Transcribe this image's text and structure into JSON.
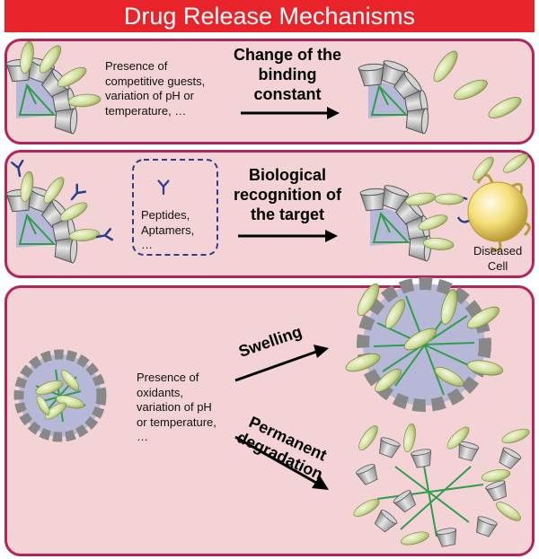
{
  "title": "Drug Release Mechanisms",
  "panels": [
    {
      "condition": "Presence of\ncompetitive guests,\nvariation of pH or\ntemperature, …",
      "mechanism": "Change of the\nbinding\nconstant"
    },
    {
      "inset_label": "Peptides,\nAptamers,\n…",
      "mechanism": "Biological\nrecognition of\nthe target",
      "cell_label": "Diseased\nCell"
    },
    {
      "condition": "Presence of\noxidants,\nvariation of pH\nor temperature,\n…",
      "path_a": "Swelling",
      "path_b": "Permanent\ndegradation"
    }
  ],
  "colors": {
    "title_bar": "#e8232a",
    "panel_fill": "#f3d3d5",
    "panel_border": "#b2245a",
    "drug_capsule": "#cfdd9a",
    "cavity": "#b3b3b3",
    "network": "#2f9e4c",
    "core": "#b7b8d8",
    "ligand": "#2c3f8c",
    "cell": "#f5df79"
  }
}
